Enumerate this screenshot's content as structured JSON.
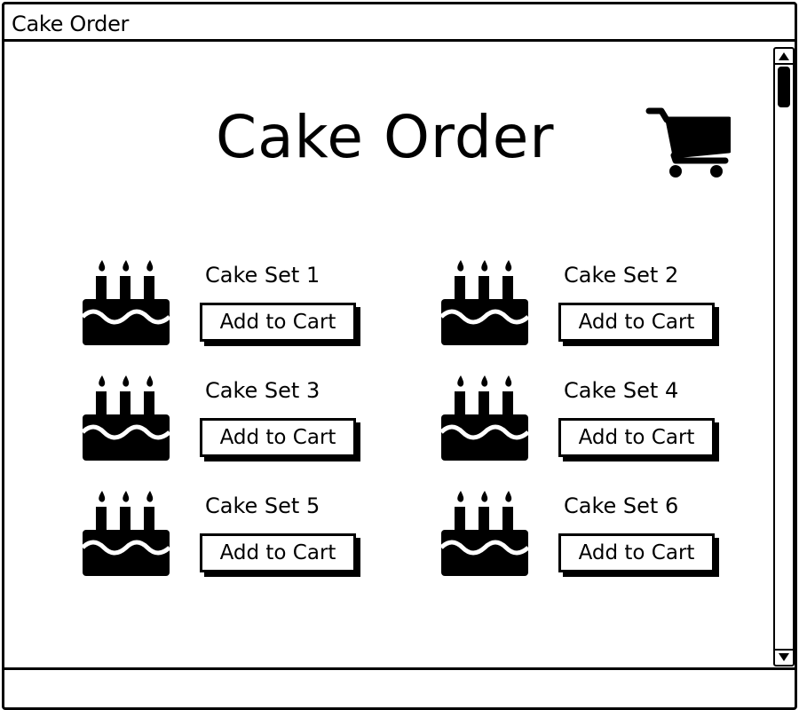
{
  "window": {
    "title": "Cake Order"
  },
  "page": {
    "heading": "Cake Order"
  },
  "icons": {
    "cart": "shopping-cart-icon",
    "cake": "birthday-cake-icon"
  },
  "products": [
    {
      "name": "Cake Set 1",
      "button_label": "Add to Cart"
    },
    {
      "name": "Cake Set 2",
      "button_label": "Add to Cart"
    },
    {
      "name": "Cake Set 3",
      "button_label": "Add to Cart"
    },
    {
      "name": "Cake Set 4",
      "button_label": "Add to Cart"
    },
    {
      "name": "Cake Set 5",
      "button_label": "Add to Cart"
    },
    {
      "name": "Cake Set 6",
      "button_label": "Add to Cart"
    }
  ],
  "colors": {
    "ink": "#000000",
    "background": "#ffffff"
  }
}
